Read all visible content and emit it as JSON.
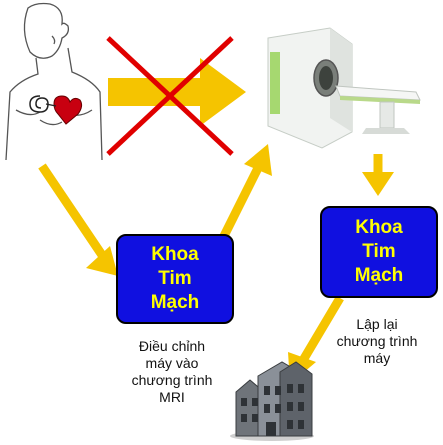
{
  "diagram": {
    "boxes": {
      "left": {
        "label": "Khoa\nTim\nMạch"
      },
      "right": {
        "label": "Khoa\nTim\nMạch"
      }
    },
    "captions": {
      "left": "Điều chỉnh\nmáy vào\nchương trình\nMRI",
      "right": "Lập lại\nchương trình\nmáy"
    },
    "colors": {
      "arrow": "#f5c400",
      "cross": "#e00000",
      "box_fill": "#1010e0",
      "box_text": "#ffff00"
    },
    "icons": [
      "patient-with-pacemaker-icon",
      "mri-scanner-icon",
      "hospital-buildings-icon"
    ]
  }
}
